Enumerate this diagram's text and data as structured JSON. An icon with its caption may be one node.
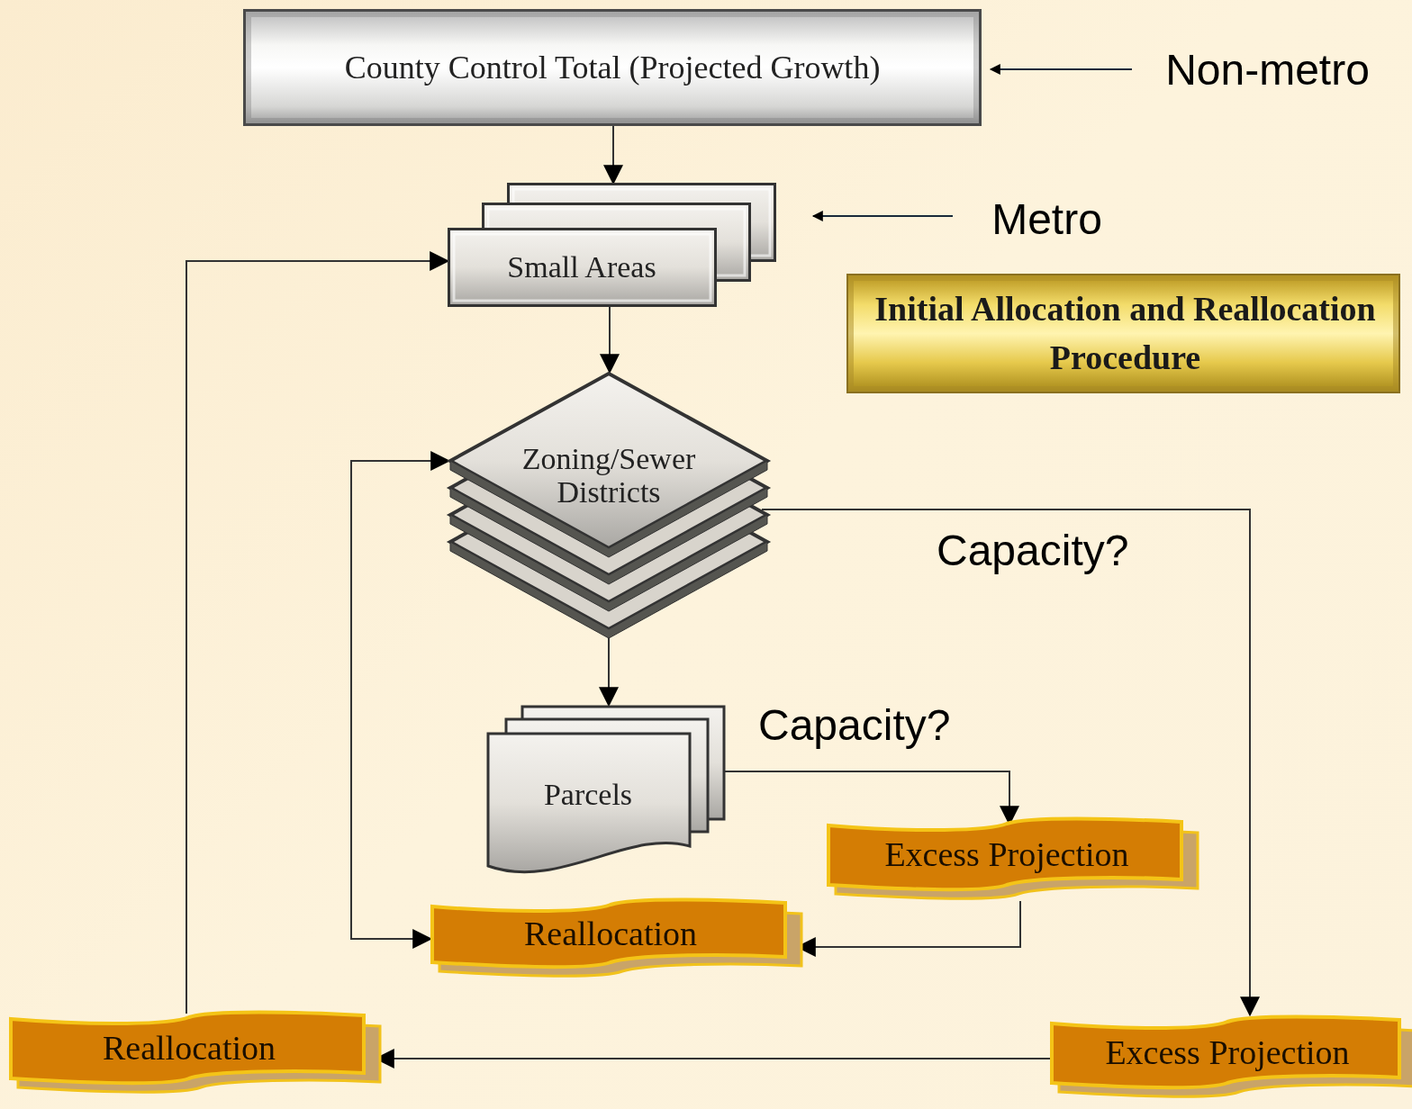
{
  "diagram": {
    "nodes": [
      {
        "text": [
          "County Control Total (Projected Growth)"
        ]
      },
      {
        "text": [
          "Non-metro"
        ]
      },
      {
        "text": [
          "Small Areas"
        ]
      },
      {
        "text": [
          "Metro"
        ]
      },
      {
        "text": [
          "Initial Allocation and Reallocation Procedure"
        ]
      },
      {
        "text": [
          "Zoning/Sewer Districts"
        ]
      },
      {
        "text": [
          "Parcels"
        ]
      },
      {
        "text": [
          "Excess Projection"
        ]
      },
      {
        "text": [
          "Reallocation"
        ]
      },
      {
        "text": [
          "Reallocation"
        ]
      },
      {
        "text": [
          "Excess Projection"
        ]
      }
    ],
    "edges": [
      {
        "from": 1,
        "to": 0,
        "arrow": "to"
      },
      {
        "from": 0,
        "to": 2,
        "arrow": "to"
      },
      {
        "from": 3,
        "to": 2,
        "arrow": "to"
      },
      {
        "from": 2,
        "to": 5,
        "arrow": "to"
      },
      {
        "from": 5,
        "to": 6,
        "arrow": "to"
      },
      {
        "from": 6,
        "to": 7,
        "arrow": "to"
      },
      {
        "from": 7,
        "to": 8,
        "arrow": "to"
      },
      {
        "from": 8,
        "to": 5,
        "arrow": "both"
      },
      {
        "from": 5,
        "to": 10,
        "arrow": "to"
      },
      {
        "from": 10,
        "to": 9,
        "arrow": "to"
      },
      {
        "from": 9,
        "to": 2,
        "arrow": "to"
      }
    ],
    "labels": [
      "Capacity?",
      "Capacity?"
    ]
  }
}
